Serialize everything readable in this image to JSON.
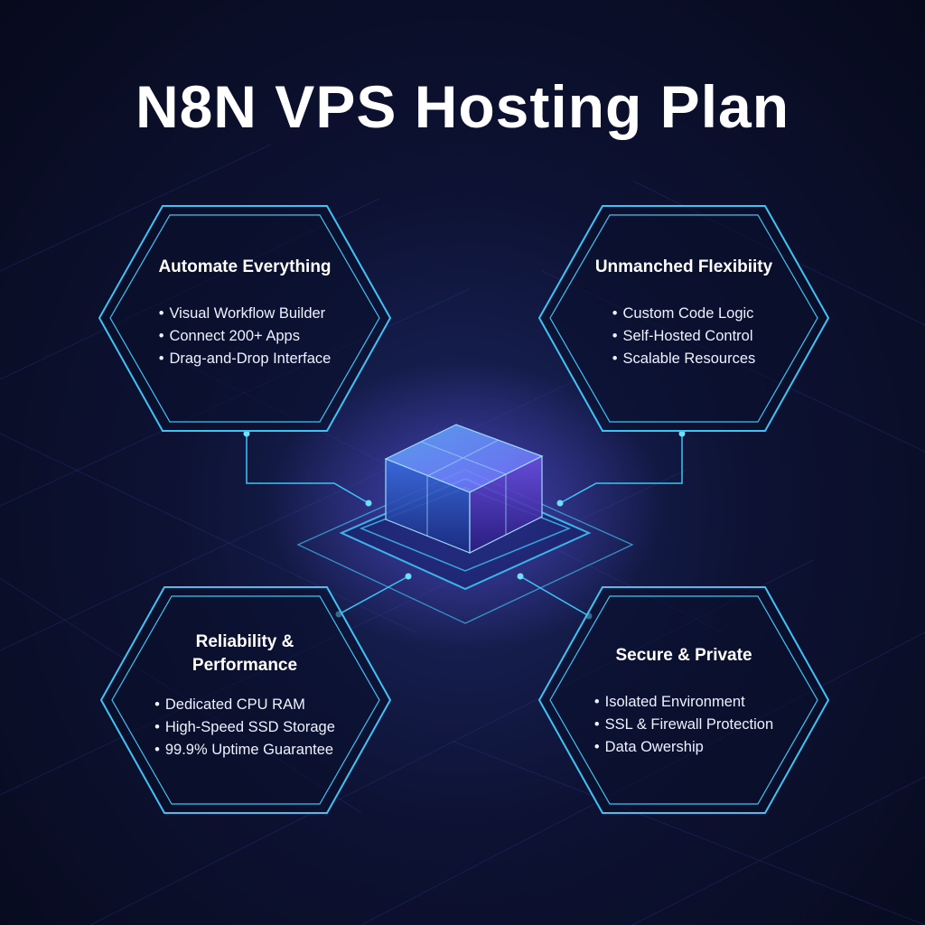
{
  "title": "N8N VPS Hosting Plan",
  "colors": {
    "accent": "#3fc3f5",
    "background": "#0d1233",
    "cube_glow": "#8a5cff"
  },
  "cards": [
    {
      "title": "Automate Everything",
      "items": [
        "Visual Workflow Builder",
        "Connect 200+ Apps",
        "Drag-and-Drop Interface"
      ]
    },
    {
      "title": "Unmanched Flexibiity",
      "items": [
        "Custom Code Logic",
        "Self-Hosted Control",
        "Scalable Resources"
      ]
    },
    {
      "title": "Reliability & Performance",
      "title_line1": "Reliability &",
      "title_line2": "Performance",
      "items": [
        "Dedicated CPU RAM",
        "High-Speed SSD Storage",
        "99.9% Uptime Guarantee"
      ]
    },
    {
      "title": "Secure & Private",
      "items": [
        "Isolated Environment",
        "SSL & Firewall Protection",
        "Data Owership"
      ]
    }
  ]
}
